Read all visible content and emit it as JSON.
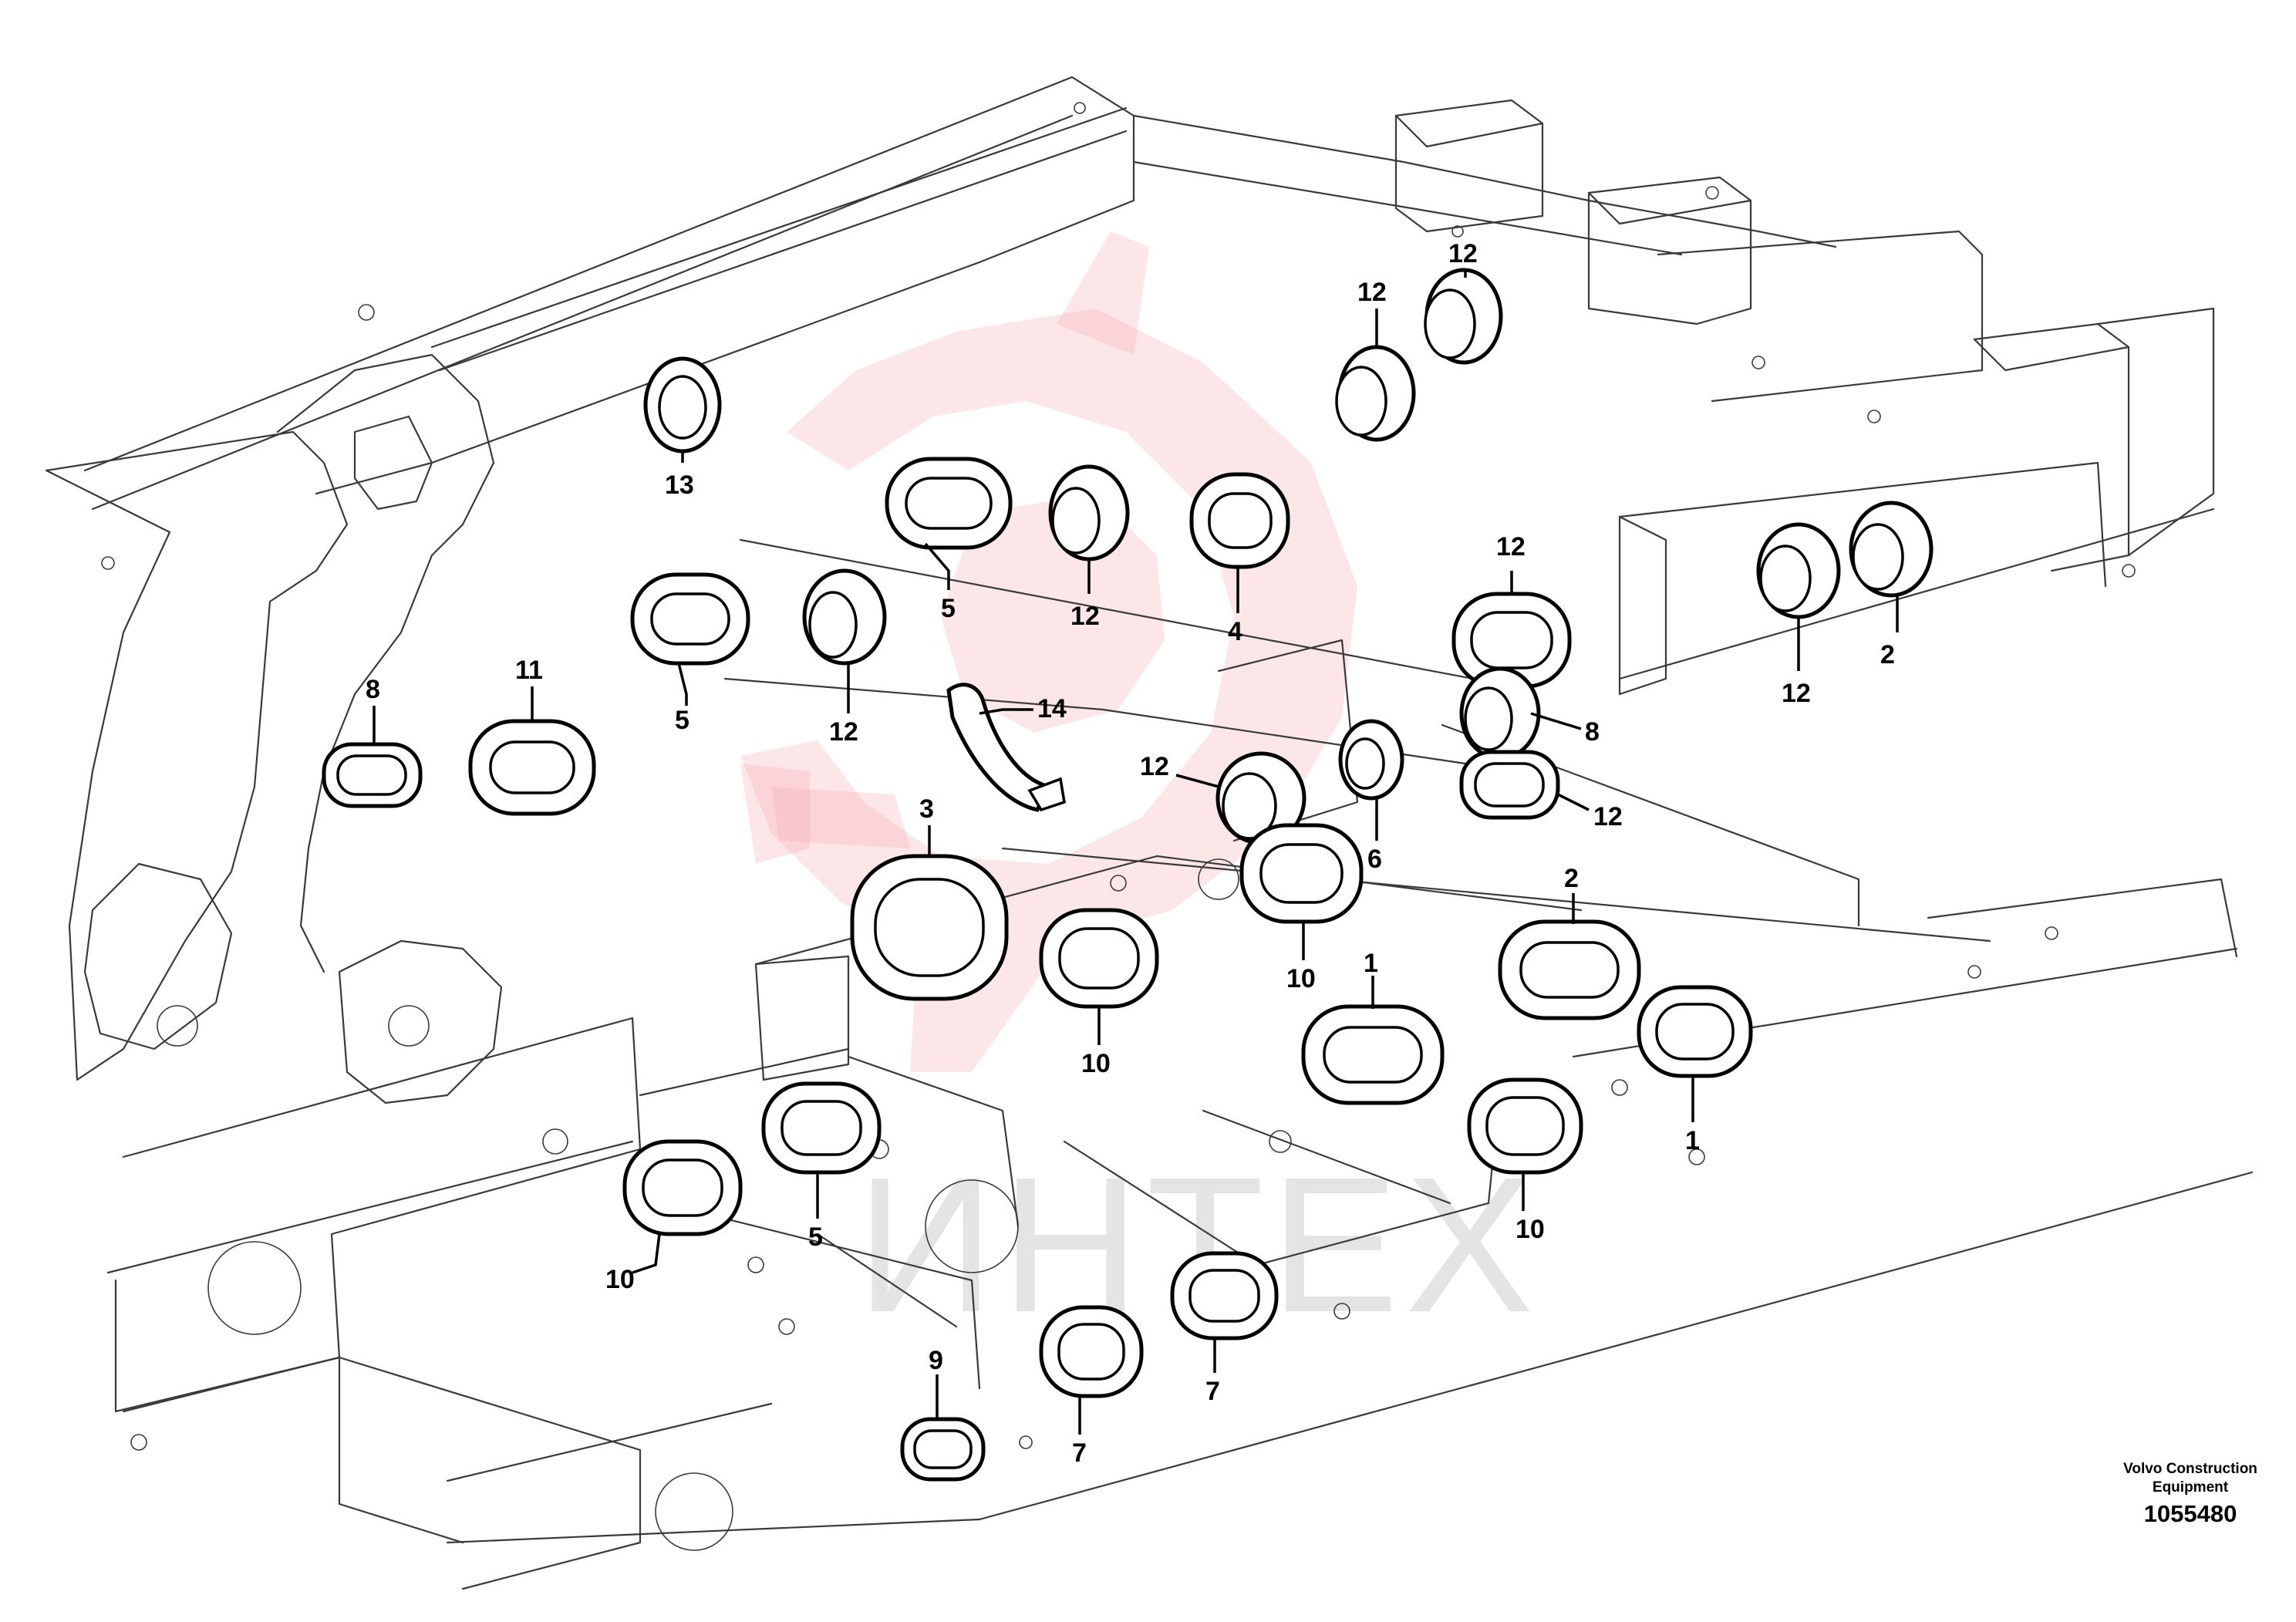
{
  "watermark": {
    "text": "ИНТЕХ"
  },
  "caption": {
    "line1": "Volvo Construction",
    "line2": "Equipment",
    "number": "1055480"
  },
  "callouts": [
    {
      "id": "c1",
      "label": "13"
    },
    {
      "id": "c2",
      "label": "12"
    },
    {
      "id": "c3",
      "label": "12"
    },
    {
      "id": "c4",
      "label": "5"
    },
    {
      "id": "c5",
      "label": "12"
    },
    {
      "id": "c6",
      "label": "4"
    },
    {
      "id": "c7",
      "label": "5"
    },
    {
      "id": "c8",
      "label": "12"
    },
    {
      "id": "c9",
      "label": "8"
    },
    {
      "id": "c10",
      "label": "11"
    },
    {
      "id": "c11",
      "label": "14"
    },
    {
      "id": "c12",
      "label": "3"
    },
    {
      "id": "c13",
      "label": "12"
    },
    {
      "id": "c14",
      "label": "6"
    },
    {
      "id": "c15",
      "label": "10"
    },
    {
      "id": "c16",
      "label": "10"
    },
    {
      "id": "c17",
      "label": "12"
    },
    {
      "id": "c18",
      "label": "8"
    },
    {
      "id": "c19",
      "label": "12"
    },
    {
      "id": "c20",
      "label": "12"
    },
    {
      "id": "c21",
      "label": "2"
    },
    {
      "id": "c22",
      "label": "2"
    },
    {
      "id": "c23",
      "label": "1"
    },
    {
      "id": "c24",
      "label": "1"
    },
    {
      "id": "c25",
      "label": "10"
    },
    {
      "id": "c26",
      "label": "10"
    },
    {
      "id": "c27",
      "label": "5"
    },
    {
      "id": "c28",
      "label": "9"
    },
    {
      "id": "c29",
      "label": "7"
    },
    {
      "id": "c30",
      "label": "7"
    }
  ]
}
